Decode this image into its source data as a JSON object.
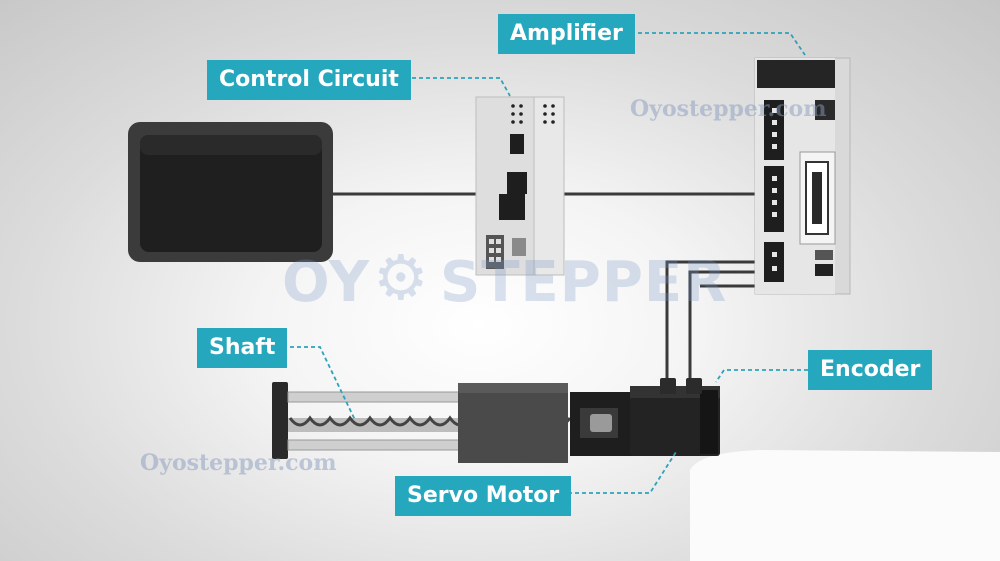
{
  "labels": {
    "amplifier": "Amplifier",
    "control_circuit": "Control Circuit",
    "shaft": "Shaft",
    "encoder": "Encoder",
    "servo_motor": "Servo Motor"
  },
  "watermarks": {
    "site_top": "Oyostepper.com",
    "site_bottom": "Oyostepper.com",
    "logo_left": "OY",
    "logo_right": "STEPPER"
  },
  "colors": {
    "label_bg": "#25a7bd",
    "label_text": "#ffffff",
    "device_dark": "#2b2b2b",
    "device_light": "#d6d6d6",
    "connector": "#333333"
  }
}
